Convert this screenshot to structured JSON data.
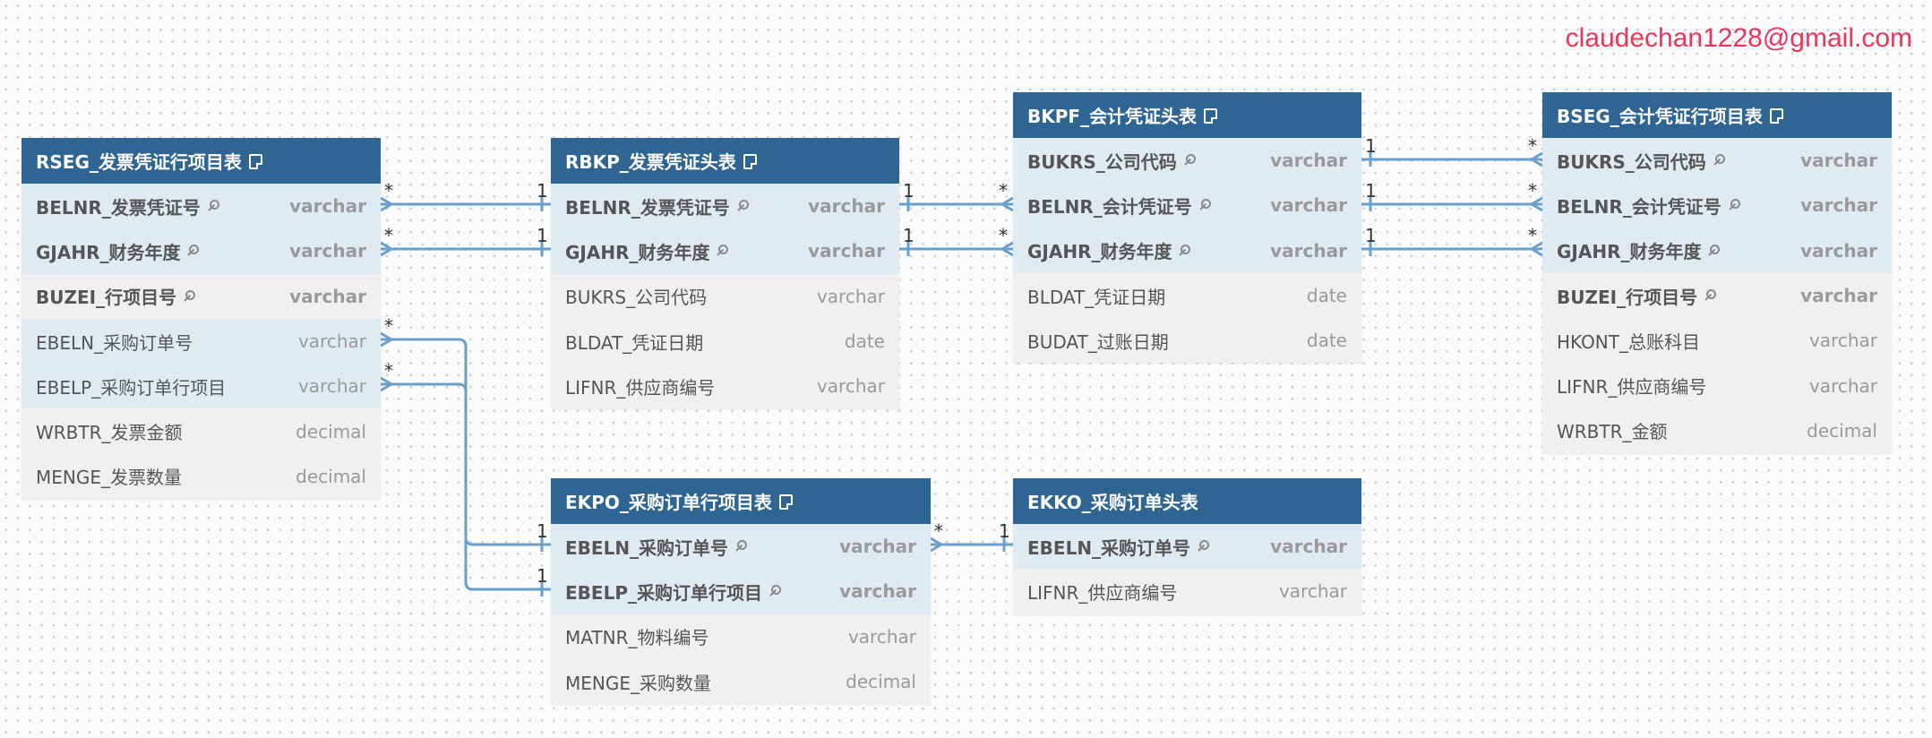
{
  "watermark": "claudechan1228@gmail.com",
  "colors": {
    "header": "#2f6592",
    "fk_row": "#deebf3",
    "row": "#f0f0f0",
    "line": "#6a9fcc",
    "watermark": "#e8365d"
  },
  "tables": {
    "rseg": {
      "title": "RSEG_发票凭证行项目表",
      "rows": [
        {
          "name": "BELNR_发票凭证号",
          "type": "varchar"
        },
        {
          "name": "GJAHR_财务年度",
          "type": "varchar"
        },
        {
          "name": "BUZEI_行项目号",
          "type": "varchar"
        },
        {
          "name": "EBELN_采购订单号",
          "type": "varchar"
        },
        {
          "name": "EBELP_采购订单行项目",
          "type": "varchar"
        },
        {
          "name": "WRBTR_发票金额",
          "type": "decimal"
        },
        {
          "name": "MENGE_发票数量",
          "type": "decimal"
        }
      ]
    },
    "rbkp": {
      "title": "RBKP_发票凭证头表",
      "rows": [
        {
          "name": "BELNR_发票凭证号",
          "type": "varchar"
        },
        {
          "name": "GJAHR_财务年度",
          "type": "varchar"
        },
        {
          "name": "BUKRS_公司代码",
          "type": "varchar"
        },
        {
          "name": "BLDAT_凭证日期",
          "type": "date"
        },
        {
          "name": "LIFNR_供应商编号",
          "type": "varchar"
        }
      ]
    },
    "bkpf": {
      "title": "BKPF_会计凭证头表",
      "rows": [
        {
          "name": "BUKRS_公司代码",
          "type": "varchar"
        },
        {
          "name": "BELNR_会计凭证号",
          "type": "varchar"
        },
        {
          "name": "GJAHR_财务年度",
          "type": "varchar"
        },
        {
          "name": "BLDAT_凭证日期",
          "type": "date"
        },
        {
          "name": "BUDAT_过账日期",
          "type": "date"
        }
      ]
    },
    "bseg": {
      "title": "BSEG_会计凭证行项目表",
      "rows": [
        {
          "name": "BUKRS_公司代码",
          "type": "varchar"
        },
        {
          "name": "BELNR_会计凭证号",
          "type": "varchar"
        },
        {
          "name": "GJAHR_财务年度",
          "type": "varchar"
        },
        {
          "name": "BUZEI_行项目号",
          "type": "varchar"
        },
        {
          "name": "HKONT_总账科目",
          "type": "varchar"
        },
        {
          "name": "LIFNR_供应商编号",
          "type": "varchar"
        },
        {
          "name": "WRBTR_金额",
          "type": "decimal"
        }
      ]
    },
    "ekpo": {
      "title": "EKPO_采购订单行项目表",
      "rows": [
        {
          "name": "EBELN_采购订单号",
          "type": "varchar"
        },
        {
          "name": "EBELP_采购订单行项目",
          "type": "varchar"
        },
        {
          "name": "MATNR_物料编号",
          "type": "varchar"
        },
        {
          "name": "MENGE_采购数量",
          "type": "decimal"
        }
      ]
    },
    "ekko": {
      "title": "EKKO_采购订单头表",
      "rows": [
        {
          "name": "EBELN_采购订单号",
          "type": "varchar"
        },
        {
          "name": "LIFNR_供应商编号",
          "type": "varchar"
        }
      ]
    }
  },
  "relations": [
    {
      "from": "RSEG.BELNR_发票凭证号",
      "to": "RBKP.BELNR_发票凭证号",
      "from_card": "*",
      "to_card": "1"
    },
    {
      "from": "RSEG.GJAHR_财务年度",
      "to": "RBKP.GJAHR_财务年度",
      "from_card": "*",
      "to_card": "1"
    },
    {
      "from": "RBKP.BELNR_发票凭证号",
      "to": "BKPF.BELNR_会计凭证号",
      "from_card": "1",
      "to_card": "*"
    },
    {
      "from": "RBKP.GJAHR_财务年度",
      "to": "BKPF.GJAHR_财务年度",
      "from_card": "1",
      "to_card": "*"
    },
    {
      "from": "BKPF.BUKRS_公司代码",
      "to": "BSEG.BUKRS_公司代码",
      "from_card": "1",
      "to_card": "*"
    },
    {
      "from": "BKPF.BELNR_会计凭证号",
      "to": "BSEG.BELNR_会计凭证号",
      "from_card": "1",
      "to_card": "*"
    },
    {
      "from": "BKPF.GJAHR_财务年度",
      "to": "BSEG.GJAHR_财务年度",
      "from_card": "1",
      "to_card": "*"
    },
    {
      "from": "RSEG.EBELN_采购订单号",
      "to": "EKPO.EBELN_采购订单号",
      "from_card": "*",
      "to_card": "1"
    },
    {
      "from": "RSEG.EBELP_采购订单行项目",
      "to": "EKPO.EBELP_采购订单行项目",
      "from_card": "*",
      "to_card": "1"
    },
    {
      "from": "EKPO.EBELN_采购订单号",
      "to": "EKKO.EBELN_采购订单号",
      "from_card": "*",
      "to_card": "1"
    }
  ]
}
